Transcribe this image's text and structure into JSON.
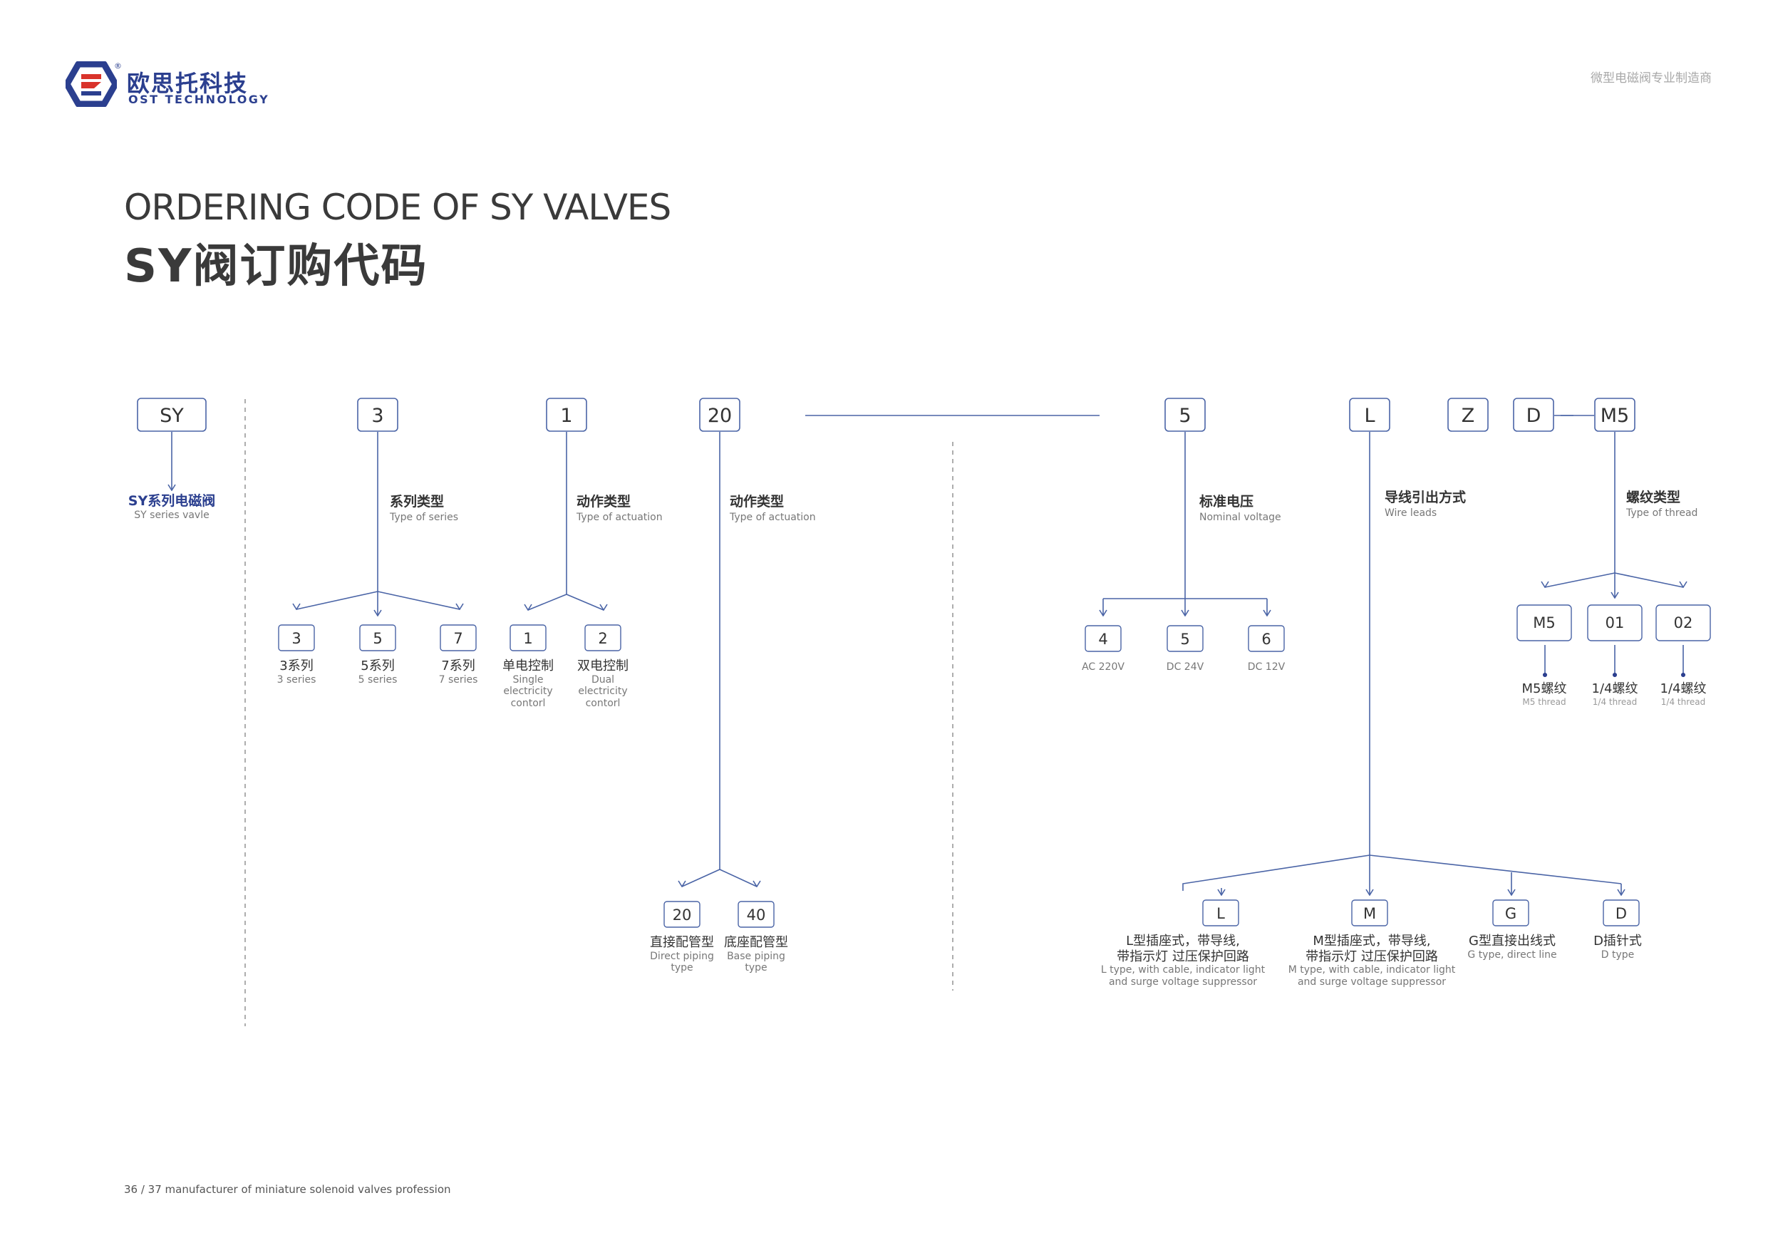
{
  "brand": {
    "name_cn": "欧思托科技",
    "name_en": "OST TECHNOLOGY",
    "registered": "®",
    "tagline": "微型电磁阀专业制造商",
    "color_primary": "#2b3f8f",
    "color_accent": "#d9332b"
  },
  "title_en": "ORDERING CODE OF SY VALVES",
  "title_cn": "SY阀订购代码",
  "footer": "36 / 37   manufacturer of miniature solenoid valves profession",
  "diagram": {
    "line_color": "#4a64a6",
    "top_codes": [
      "SY",
      "3",
      "1",
      "20",
      "5",
      "L",
      "Z",
      "D",
      "M5"
    ],
    "sy": {
      "cn": "SY系列电磁阀",
      "en": "SY series  vavle"
    },
    "series": {
      "cn": "系列类型",
      "en": "Type of series",
      "options": [
        {
          "code": "3",
          "cn": "3系列",
          "en": "3 series"
        },
        {
          "code": "5",
          "cn": "5系列",
          "en": "5 series"
        },
        {
          "code": "7",
          "cn": "7系列",
          "en": "7 series"
        }
      ]
    },
    "actuation": {
      "cn": "动作类型",
      "en": "Type of actuation",
      "options": [
        {
          "code": "1",
          "cn": "单电控制",
          "en": [
            "Single",
            "electricity",
            "contorl"
          ]
        },
        {
          "code": "2",
          "cn": "双电控制",
          "en": [
            "Dual",
            "electricity",
            "contorl"
          ]
        }
      ]
    },
    "piping": {
      "cn": "动作类型",
      "en": "Type of actuation",
      "options": [
        {
          "code": "20",
          "cn": "直接配管型",
          "en": [
            "Direct piping",
            "type"
          ]
        },
        {
          "code": "40",
          "cn": "底座配管型",
          "en": [
            "Base piping",
            "type"
          ]
        }
      ]
    },
    "voltage": {
      "cn": "标准电压",
      "en": "Nominal voltage",
      "options": [
        {
          "code": "4",
          "label": "AC 220V"
        },
        {
          "code": "5",
          "label": "DC 24V"
        },
        {
          "code": "6",
          "label": "DC 12V"
        }
      ]
    },
    "wire": {
      "cn": "导线引出方式",
      "en": "Wire  leads",
      "options": [
        {
          "code": "L",
          "cn": [
            "L型插座式，带导线,",
            "带指示灯 过压保护回路"
          ],
          "en": [
            "L type, with cable, indicator light",
            "and surge voltage suppressor"
          ]
        },
        {
          "code": "M",
          "cn": [
            "M型插座式，带导线,",
            "带指示灯 过压保护回路"
          ],
          "en": [
            "M type, with cable, indicator light",
            "and surge voltage suppressor"
          ]
        },
        {
          "code": "G",
          "cn": [
            "G型直接出线式"
          ],
          "en": [
            "G type, direct line"
          ]
        },
        {
          "code": "D",
          "cn": [
            "D插针式"
          ],
          "en": [
            "D type"
          ]
        }
      ]
    },
    "thread": {
      "cn": "螺纹类型",
      "en": "Type of thread",
      "options": [
        {
          "code": "M5",
          "cn": "M5螺纹",
          "en": "M5 thread"
        },
        {
          "code": "01",
          "cn": "1/4螺纹",
          "en": "1/4 thread"
        },
        {
          "code": "02",
          "cn": "1/4螺纹",
          "en": "1/4 thread"
        }
      ]
    }
  }
}
